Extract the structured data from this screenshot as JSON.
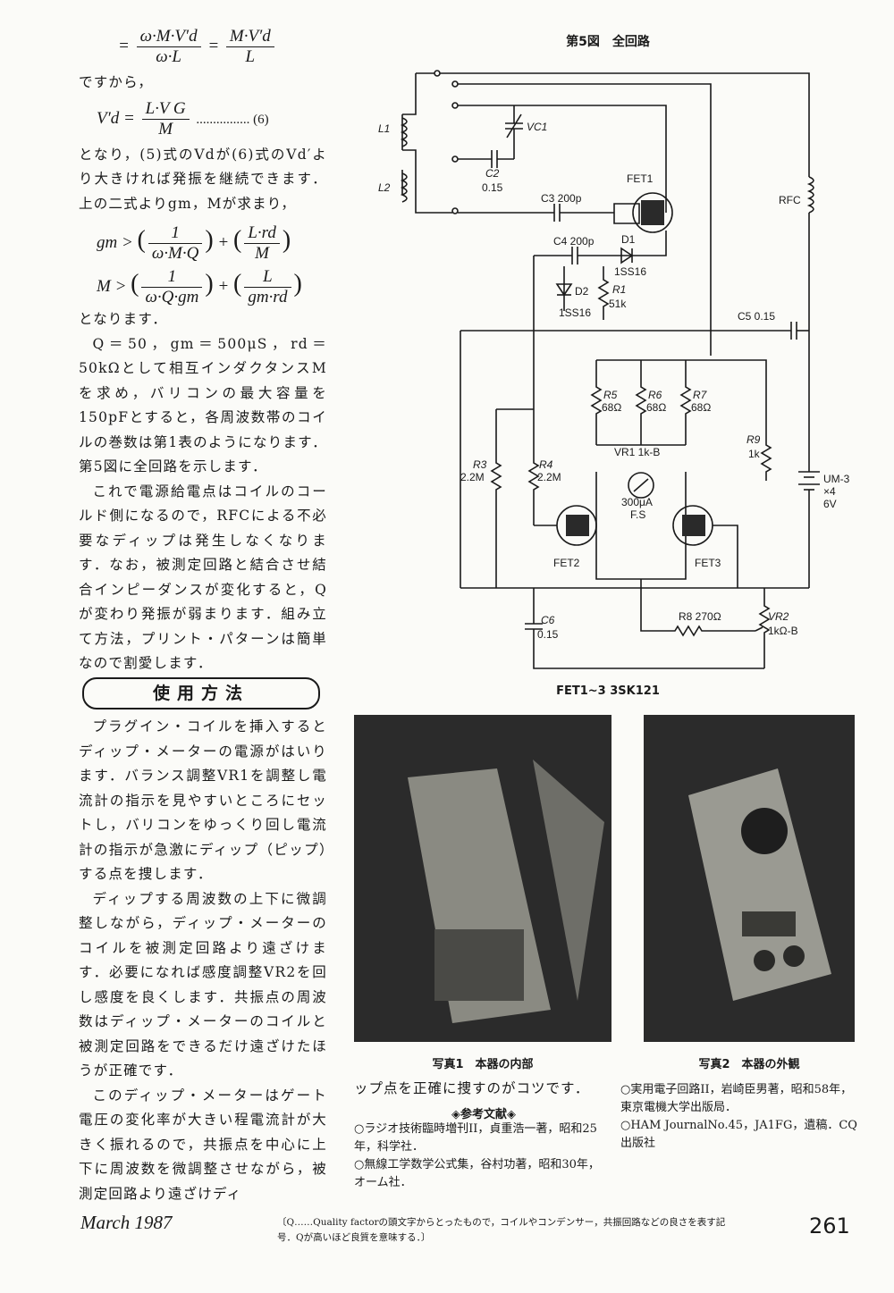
{
  "left_column": {
    "eq1": {
      "prefix": "=",
      "num1": "ω·M·V′d",
      "den1": "ω·L",
      "mid": "=",
      "num2": "M·V′d",
      "den2": "L"
    },
    "p1": "ですから，",
    "eq2": {
      "lhs": "V′d =",
      "num": "L·V G",
      "den": "M",
      "tail": "................ (6)"
    },
    "p2": "となり，(5)式のVdが(6)式のVd′より大きければ発振を継続できます．上の二式よりgm，Mが求まり，",
    "eq3": {
      "lhs": "gm >",
      "n1": "1",
      "d1": "ω·M·Q",
      "plus": "+",
      "n2": "L·rd",
      "d2": "M"
    },
    "eq4": {
      "lhs": "M >",
      "n1": "1",
      "d1": "ω·Q·gm",
      "plus": "+",
      "n2": "L",
      "d2": "gm·rd"
    },
    "p3": "となります．",
    "p4": "Q＝50，gm＝500μS，rd＝50kΩとして相互インダクタンスMを求め，バリコンの最大容量を150pFとすると，各周波数帯のコイルの巻数は第1表のようになります．第5図に全回路を示します．",
    "p5": "これで電源給電点はコイルのコールド側になるので，RFCによる不必要なディップは発生しなくなります．なお，被測定回路と結合させ結合インピーダンスが変化すると，Qが変わり発振が弱まります．組み立て方法，プリント・パターンは簡単なので割愛します．",
    "heading": "使用方法",
    "p6": "プラグイン・コイルを挿入するとディップ・メーターの電源がはいります．バランス調整VR1を調整し電流計の指示を見やすいところにセットし，バリコンをゆっくり回し電流計の指示が急激にディップ（ピップ）する点を捜します．",
    "p7": "ディップする周波数の上下に微調整しながら，ディップ・メーターのコイルを被測定回路より遠ざけます．必要になれば感度調整VR2を回し感度を良くします．共振点の周波数はディップ・メーターのコイルと被測定回路をできるだけ遠ざけたほうが正確です．",
    "p8": "このディップ・メーターはゲート電圧の変化率が大きい程電流計が大きく振れるので，共振点を中心に上下に周波数を微調整させながら，被測定回路より遠ざけディ"
  },
  "figure": {
    "title": "第5図　全回路",
    "fet_note": "FET1~3 3SK121",
    "labels": {
      "L1": "L1",
      "L2": "L2",
      "VC1": "VC1",
      "C2": "C2",
      "C2v": "0.15",
      "C3": "C3 200p",
      "FET1": "FET1",
      "RFC": "RFC",
      "C4": "C4 200p",
      "D1": "D1",
      "D1v": "1SS16",
      "D2": "D2",
      "D2v": "1SS16",
      "R1": "R1",
      "R1v": "51k",
      "C5": "C5 0.15",
      "R5": "R5",
      "R5v": "68Ω",
      "R6": "R6",
      "R6v": "68Ω",
      "R7": "R7",
      "R7v": "68Ω",
      "VR1": "VR1 1k-B",
      "R9": "R9",
      "R9v": "1k",
      "R3": "R3",
      "R3v": "2.2M",
      "R4": "R4",
      "R4v": "2.2M",
      "meter": "300μA",
      "meter2": "F.S",
      "batt": "UM-3",
      "batt2": "×4",
      "batt3": "6V",
      "FET2": "FET2",
      "FET3": "FET3",
      "R8": "R8 270Ω",
      "VR2": "VR2",
      "VR2v": "1kΩ-B",
      "C6": "C6",
      "C6v": "0.15"
    }
  },
  "photos": {
    "cap1": "写真1　本器の内部",
    "cap2": "写真2　本器の外観"
  },
  "mid_text": "ップ点を正確に捜すのがコツです．",
  "refs_title": "◈参考文献◈",
  "refs_left": [
    "○ラジオ技術臨時増刊II，貞重浩一著，昭和25年，科学社．",
    "○無線工学数学公式集，谷村功著，昭和30年，オーム社．"
  ],
  "refs_right": [
    "○実用電子回路II，岩崎臣男著，昭和58年，東京電機大学出版局．",
    "○HAM JournalNo.45，JA1FG，遺稿．CQ出版社"
  ],
  "footer": {
    "month": "March 1987",
    "note": "〔Q……Quality factorの頭文字からとったもので，コイルやコンデンサー，共振回路などの良さを表す記号．Qが高いほど良質を意味する．〕",
    "page": "261"
  }
}
